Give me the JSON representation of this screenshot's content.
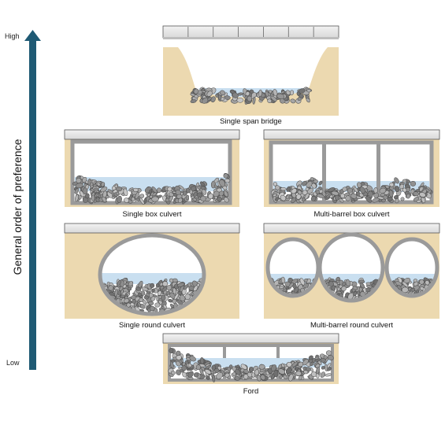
{
  "axis": {
    "title": "General order of preference",
    "high_label": "High",
    "low_label": "Low"
  },
  "structures": [
    {
      "id": "single-span-bridge",
      "label": "Single span bridge",
      "rank": 1
    },
    {
      "id": "single-box-culvert",
      "label": "Single box culvert",
      "rank": 2
    },
    {
      "id": "multi-barrel-box-culvert",
      "label": "Multi-barrel box culvert",
      "rank": 2
    },
    {
      "id": "single-round-culvert",
      "label": "Single round culvert",
      "rank": 3
    },
    {
      "id": "multi-barrel-round-culvert",
      "label": "Multi-barrel round culvert",
      "rank": 3
    },
    {
      "id": "ford",
      "label": "Ford",
      "rank": 4
    }
  ],
  "colors": {
    "arrow": "#1f5a74",
    "soil": "#ecd9b0",
    "deck": "#e6e6e6",
    "concrete": "#9a9a9a",
    "water": "#c9dff0",
    "rock": "#8c8c8c"
  }
}
